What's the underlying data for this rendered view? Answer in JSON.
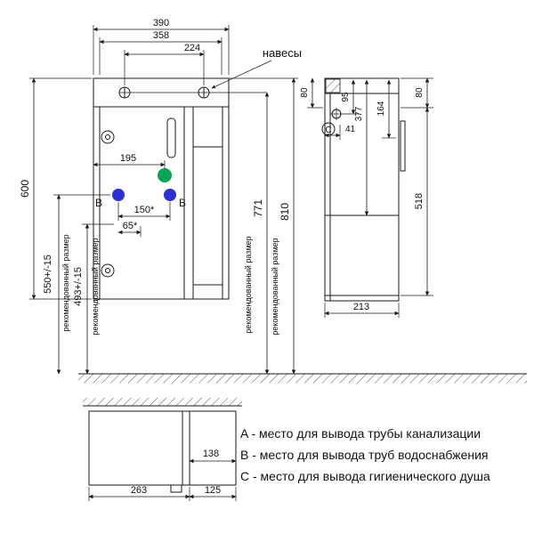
{
  "drawing": {
    "front": {
      "dim_390": "390",
      "dim_358": "358",
      "dim_224": "224",
      "dim_600": "600",
      "dim_195": "195",
      "dim_150": "150*",
      "dim_65": "65*",
      "dim_550": "550+/-15",
      "dim_493": "493+/-15",
      "dim_771": "771",
      "dim_810": "810",
      "label_hangers": "навесы",
      "label_recommended": "рекомендованный размер",
      "label_b": "B"
    },
    "side": {
      "dim_80_left": "80",
      "dim_95": "95",
      "dim_377": "377",
      "dim_164": "164",
      "dim_80_right": "80",
      "dim_518": "518",
      "dim_213": "213",
      "dim_41": "41",
      "label_c": "С"
    },
    "bottom": {
      "dim_138": "138",
      "dim_263": "263",
      "dim_125": "125"
    },
    "legend": {
      "a": "A - место для вывода трубы канализации",
      "b": "B - место для вывода труб водоснабжения",
      "c": "C - место для вывода гигиенического душа"
    },
    "colors": {
      "outlet_a": "#00a651",
      "outlet_b": "#2b2fd4"
    }
  }
}
